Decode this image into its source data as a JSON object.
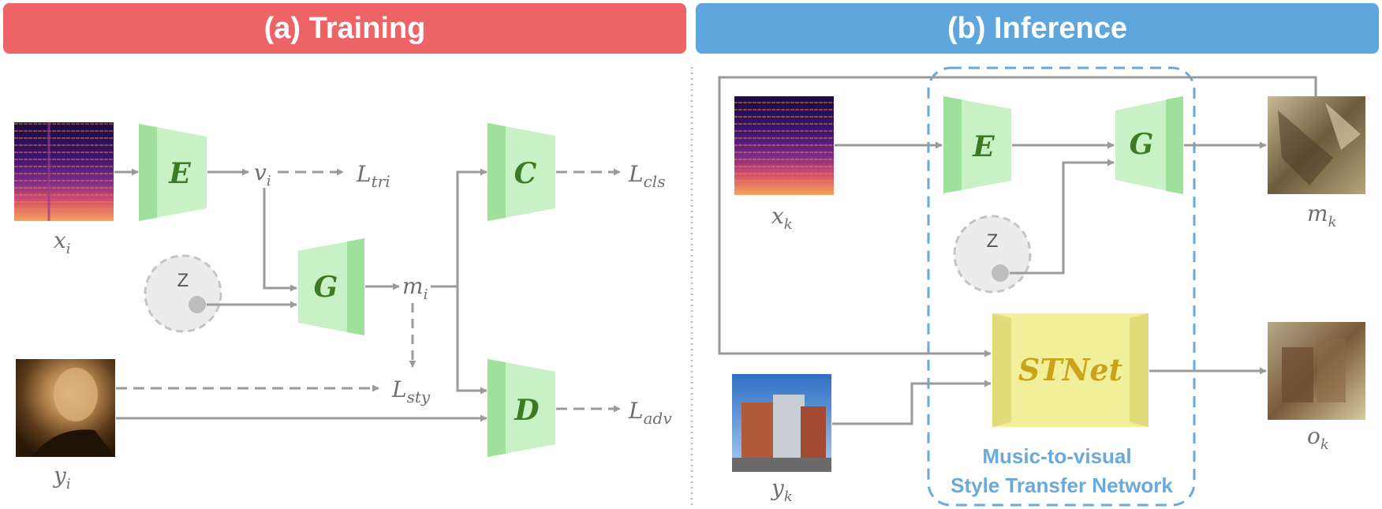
{
  "banners": {
    "training": "(a) Training",
    "inference": "(b) Inference"
  },
  "training": {
    "encoder": "E",
    "generator": "G",
    "classifier": "C",
    "discriminator": "D",
    "noise": "Z",
    "x": "x",
    "x_sub": "i",
    "y": "y",
    "y_sub": "i",
    "v": "v",
    "v_sub": "i",
    "m": "m",
    "m_sub": "i",
    "loss_tri": "L",
    "loss_tri_sub": "tri",
    "loss_cls": "L",
    "loss_cls_sub": "cls",
    "loss_sty": "L",
    "loss_sty_sub": "sty",
    "loss_adv": "L",
    "loss_adv_sub": "adv"
  },
  "inference": {
    "encoder": "E",
    "generator": "G",
    "noise": "Z",
    "stnet": "STNet",
    "x": "x",
    "x_sub": "k",
    "y": "y",
    "y_sub": "k",
    "m": "m",
    "m_sub": "k",
    "o": "o",
    "o_sub": "k",
    "caption_line1": "Music-to-visual",
    "caption_line2": "Style Transfer Network"
  },
  "colors": {
    "training_banner": "#ee6366",
    "inference_banner": "#5ea6dc",
    "block_fill": "#c8f1c6",
    "block_edge": "#9fe09c",
    "stnet_fill": "#f2ef9a",
    "stnet_edge": "#e2db7a",
    "arrow": "#9a9a9a",
    "dashed_box": "#6aa9dc"
  },
  "icons": {
    "spectrogram": "spectrogram-image",
    "portrait": "portrait-painting-image",
    "building": "building-photo-image",
    "output": "stylized-output-image"
  }
}
